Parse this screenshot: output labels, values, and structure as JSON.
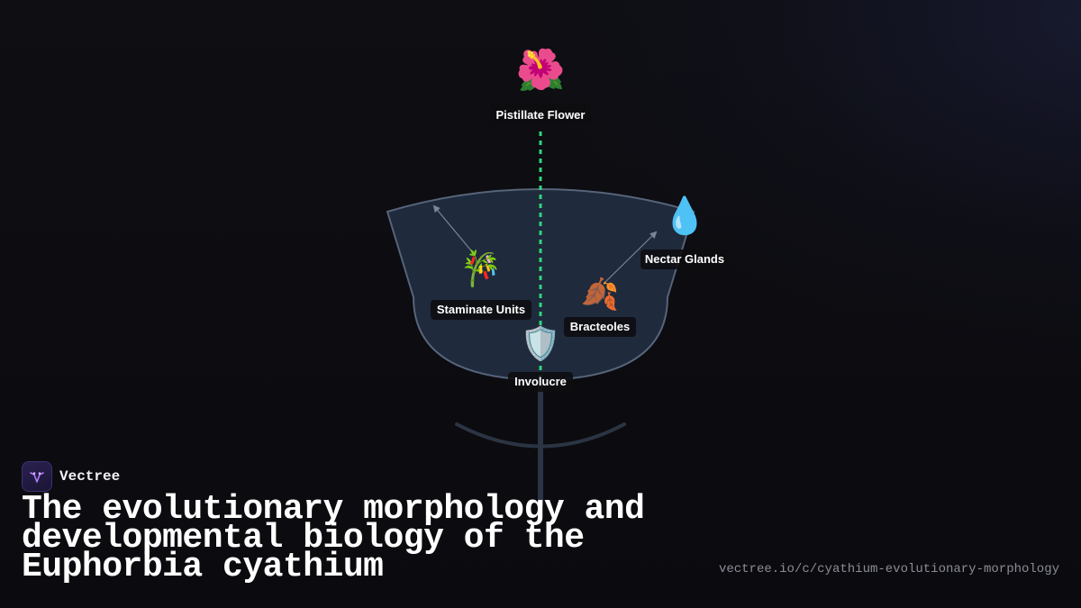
{
  "diagram": {
    "nodes": [
      {
        "id": "pistillate",
        "icon": "hibiscus-icon",
        "emoji": "🌺",
        "label": "Pistillate Flower"
      },
      {
        "id": "nectar",
        "icon": "droplet-icon",
        "emoji": "💧",
        "label": "Nectar Glands"
      },
      {
        "id": "staminate",
        "icon": "bamboo-icon",
        "emoji": "🎋",
        "label": "Staminate Units"
      },
      {
        "id": "bracteoles",
        "icon": "fallen-leaf-icon",
        "emoji": "🍂",
        "label": "Bracteoles"
      },
      {
        "id": "involucre",
        "icon": "shield-icon",
        "emoji": "🛡️",
        "label": "Involucre"
      }
    ],
    "colors": {
      "cup_fill": "#1f2a3c",
      "cup_stroke": "#56647a",
      "stem": "#2b3443",
      "axis_dash": "#2fd67a",
      "arrow": "#7c8594"
    }
  },
  "brand": {
    "name": "Vectree",
    "icon": "vectree-logo-icon"
  },
  "title": "The evolutionary morphology and developmental biology of the Euphorbia cyathium",
  "url": "vectree.io/c/cyathium-evolutionary-morphology"
}
